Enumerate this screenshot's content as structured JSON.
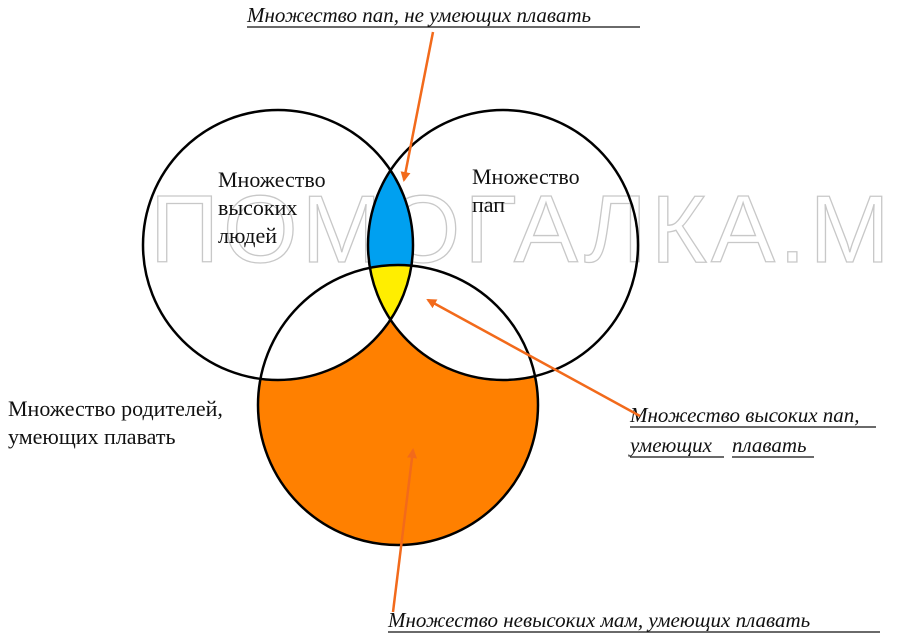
{
  "watermark": "ПОМОГАЛКА.МИ",
  "sets": {
    "tall_people": [
      "Множество",
      "высоких",
      "людей"
    ],
    "fathers": [
      "Множество",
      "пап"
    ],
    "swimming_parents": [
      "Множество родителей,",
      "умеющих плавать"
    ]
  },
  "callouts": {
    "fathers_not_swimming": "Множество пап, не умеющих плавать",
    "tall_fathers_swimming_line1": "Множество высоких пап,",
    "tall_fathers_swimming_line2_a": "умеющих",
    "tall_fathers_swimming_line2_b": "плавать",
    "short_mothers_swimming": "Множество невысоких мам, умеющих плавать"
  },
  "colors": {
    "blue_region": "#00a0f0",
    "yellow_region": "#ffee00",
    "orange_region": "#ff8000",
    "arrow": "#f26a1b",
    "outline": "#000000"
  }
}
